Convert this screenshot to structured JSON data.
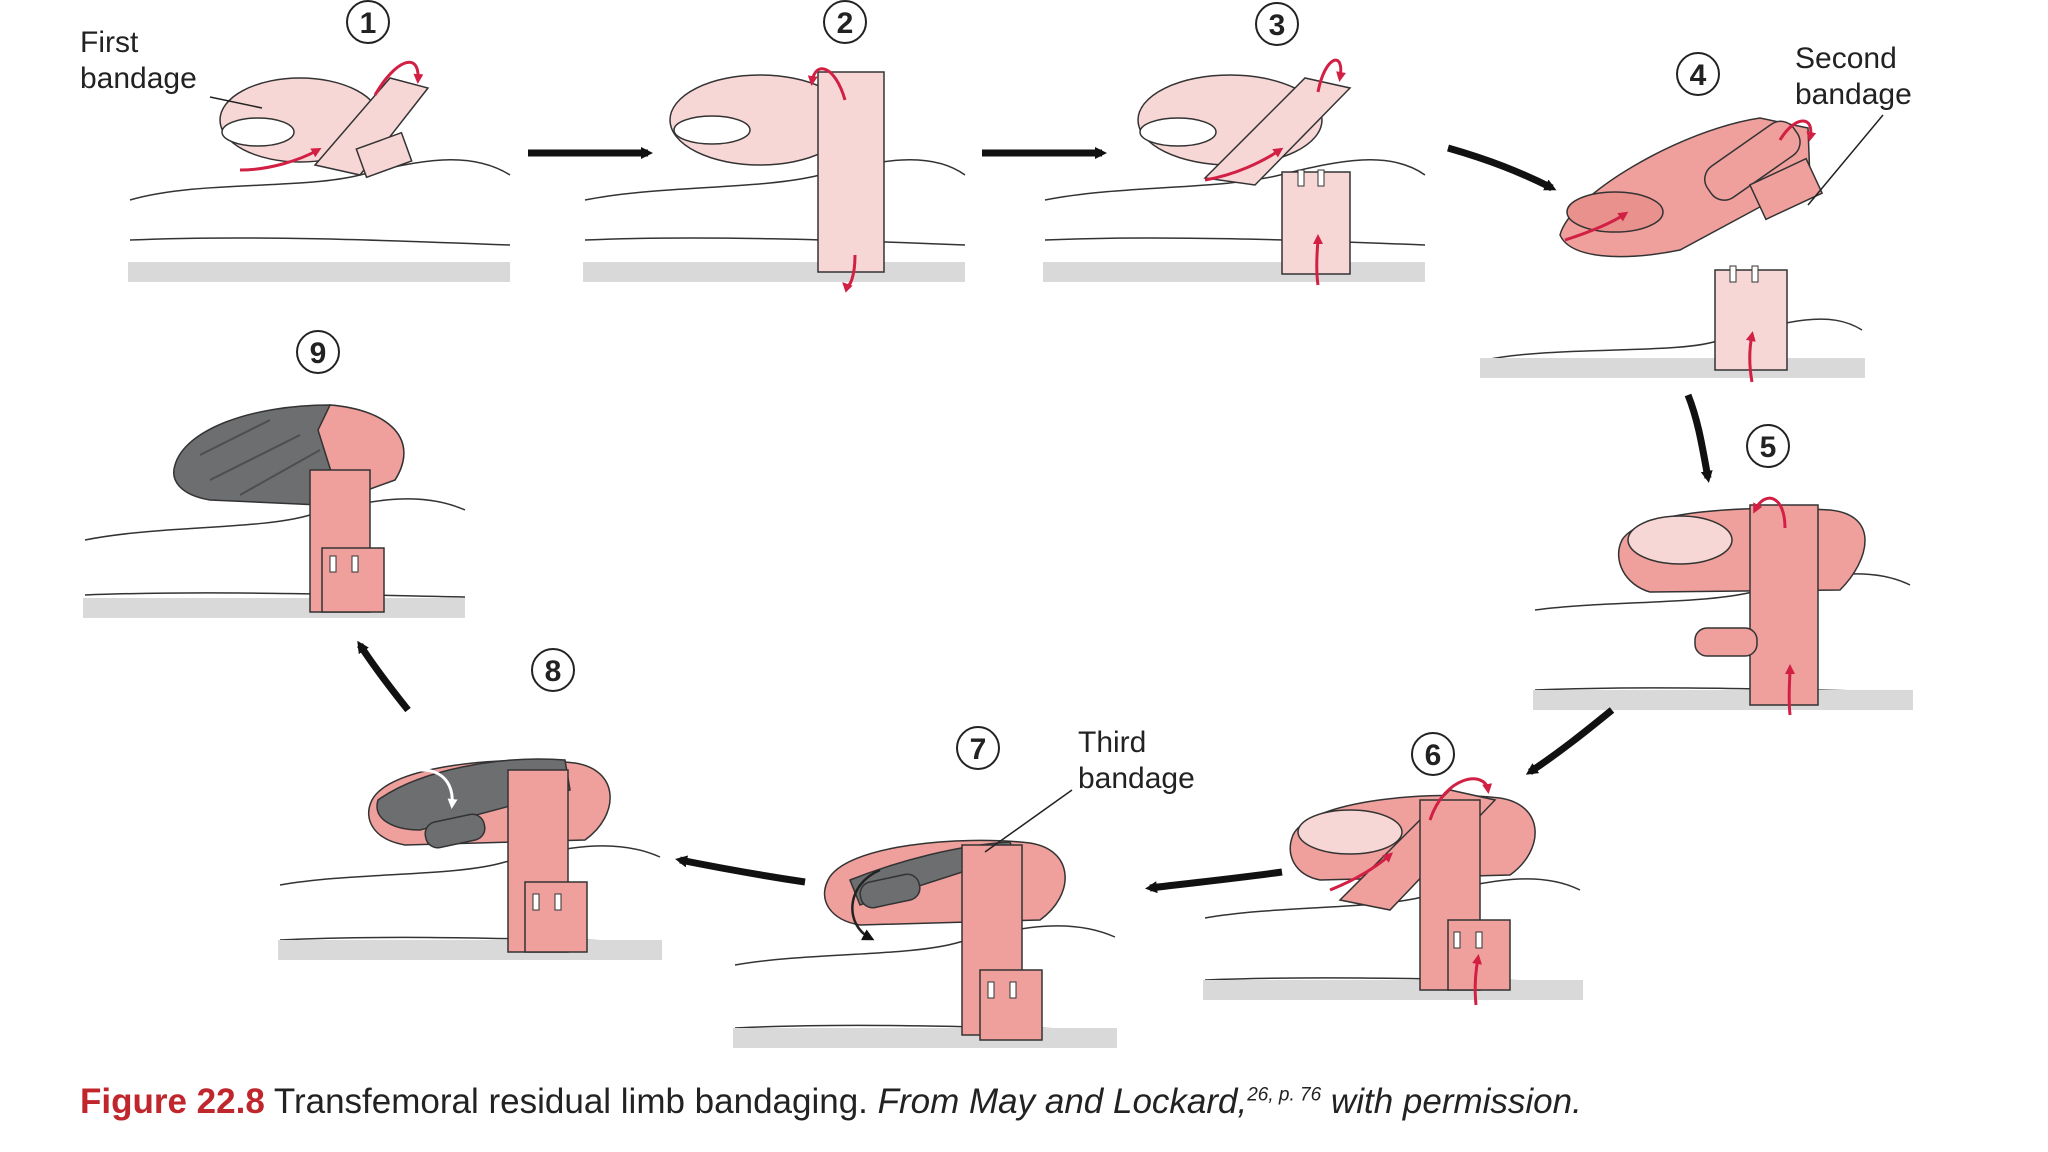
{
  "steps": [
    {
      "number": "1"
    },
    {
      "number": "2"
    },
    {
      "number": "3"
    },
    {
      "number": "4"
    },
    {
      "number": "5"
    },
    {
      "number": "6"
    },
    {
      "number": "7"
    },
    {
      "number": "8"
    },
    {
      "number": "9"
    }
  ],
  "callouts": {
    "first": [
      "First",
      "bandage"
    ],
    "second": [
      "Second",
      "bandage"
    ],
    "third": [
      "Third",
      "bandage"
    ]
  },
  "caption": {
    "figure_label": "Figure 22.8",
    "text": "Transfemoral residual limb bandaging.",
    "source": "From May and Lockard,",
    "superscript": "26, p. 76",
    "suffix": "with permission."
  },
  "colors": {
    "bandage_light": "#f7d7d6",
    "bandage_mid": "#ef9f9c",
    "bandage_dark": "#e8918d",
    "third_bandage": "#6d6e70",
    "direction_arrow": "#d21f44",
    "flow_arrow": "#1a1a1a",
    "caption_label": "#c0272d"
  }
}
